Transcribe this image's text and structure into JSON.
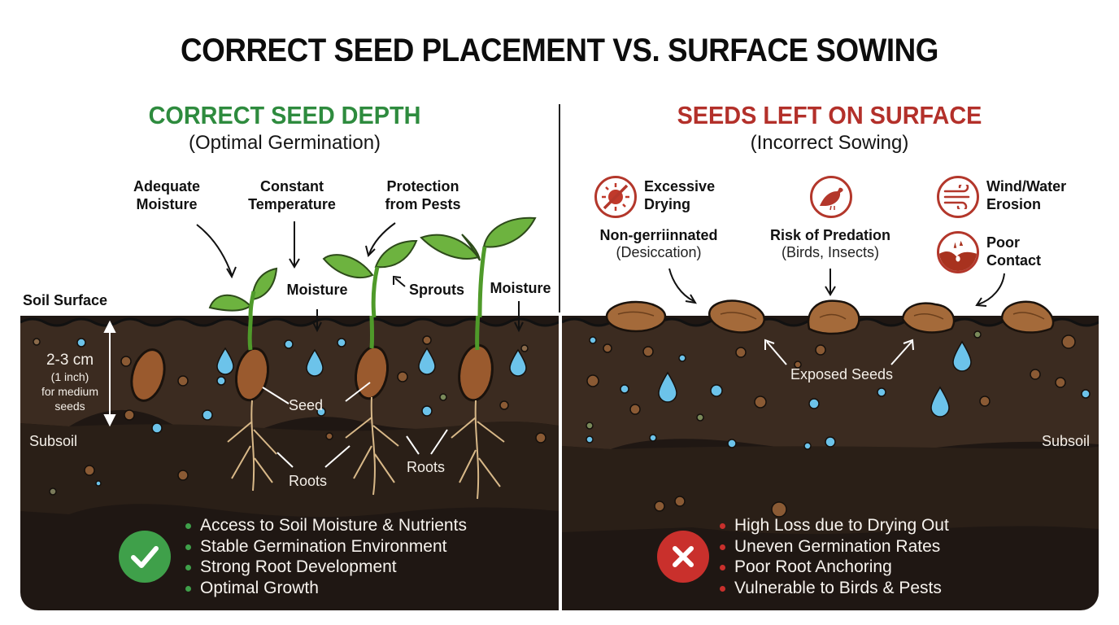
{
  "title": "CORRECT SEED PLACEMENT VS. SURFACE SOWING",
  "colors": {
    "correct_green": "#2e8b3e",
    "incorrect_red": "#b3302a",
    "topsoil": "#3b2b20",
    "subsoil": "#2a1f17",
    "bottom": "#1f1713",
    "water": "#6cc3ea",
    "seed": "#9a5a2e"
  },
  "left_panel": {
    "heading": "CORRECT SEED DEPTH",
    "subheading": "(Optimal Germination)",
    "callouts": {
      "adequate_moisture": "Adequate Moisture",
      "constant_temperature": "Constant Temperature",
      "protection_from_pests": "Protection from Pests",
      "moisture_1": "Moisture",
      "sprouts": "Sprouts",
      "moisture_2": "Moisture",
      "soil_surface": "Soil Surface",
      "depth_value": "2-3 cm",
      "depth_inch": "(1 inch)",
      "depth_note_1": "for medium",
      "depth_note_2": "seeds",
      "subsoil": "Subsoil",
      "seed": "Seed",
      "roots_1": "Roots",
      "roots_2": "Roots"
    },
    "benefits": [
      "Access to Soil Moisture & Nutrients",
      "Stable Germination Environment",
      "Strong Root Development",
      "Optimal Growth"
    ],
    "badge_icon": "check-icon"
  },
  "right_panel": {
    "heading": "SEEDS LEFT ON SURFACE",
    "subheading": "(Incorrect Sowing)",
    "risks": {
      "excessive_drying": "Excessive Drying",
      "predation_icon": "bird-icon",
      "wind_water_erosion": "Wind/Water Erosion",
      "poor_contact": "Poor Contact",
      "non_germinated": "Non-gerriinnated",
      "desiccation": "(Desiccation)",
      "risk_of_predation": "Risk of Predation",
      "birds_insects": "(Birds, Insects)"
    },
    "callouts": {
      "exposed_seeds": "Exposed Seeds",
      "subsoil": "Subsoil"
    },
    "drawbacks": [
      "High Loss due to Drying Out",
      "Uneven Germination Rates",
      "Poor Root Anchoring",
      "Vulnerable to Birds & Pests"
    ],
    "badge_icon": "x-icon"
  }
}
